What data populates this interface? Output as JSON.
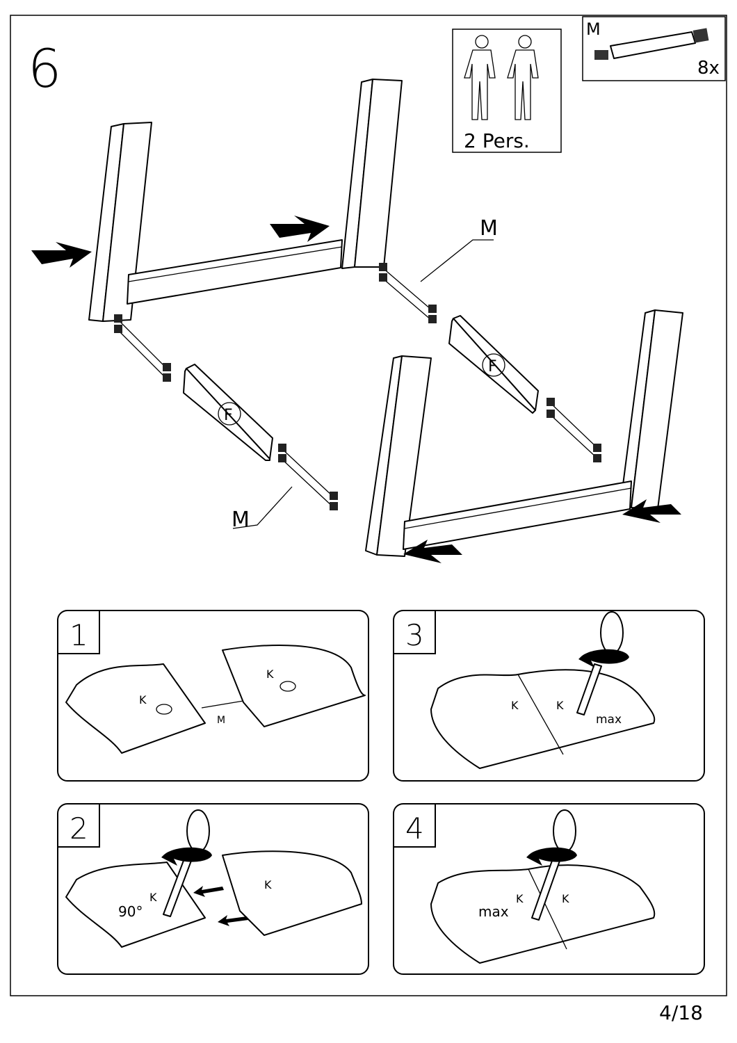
{
  "step_number": "6",
  "persons_box": {
    "label": "2 Pers."
  },
  "parts_box": {
    "part_letter": "M",
    "quantity": "8x"
  },
  "main_labels": {
    "callout_m_upper": "M",
    "callout_m_lower": "M",
    "rail_f_left": "F",
    "rail_f_right": "F"
  },
  "panels": [
    {
      "number": "1",
      "labels": {
        "k_left": "K",
        "k_right": "K",
        "m": "M"
      }
    },
    {
      "number": "2",
      "labels": {
        "k_left": "K",
        "k_right": "K",
        "angle": "90°"
      }
    },
    {
      "number": "3",
      "labels": {
        "k_left": "K",
        "k_right": "K",
        "max": "max"
      }
    },
    {
      "number": "4",
      "labels": {
        "k_left": "K",
        "k_right": "K",
        "max": "max"
      }
    }
  ],
  "page_number": "4/18"
}
